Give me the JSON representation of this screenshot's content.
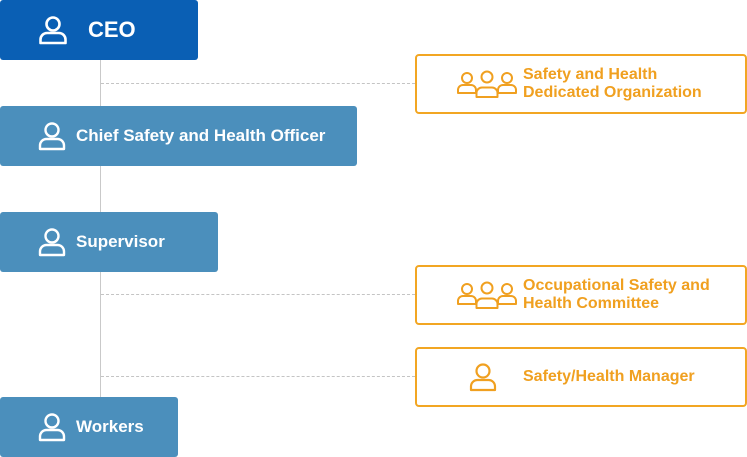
{
  "hierarchy": {
    "ceo": {
      "label": "CEO",
      "icon": "person-icon"
    },
    "cso": {
      "label": "Chief Safety and Health Officer",
      "icon": "person-icon"
    },
    "supervisor": {
      "label": "Supervisor",
      "icon": "person-icon"
    },
    "workers": {
      "label": "Workers",
      "icon": "person-icon"
    }
  },
  "units": {
    "dedicated_org": {
      "line1": "Safety and Health",
      "line2": "Dedicated Organization",
      "icon": "group-icon"
    },
    "committee": {
      "line1": "Occupational Safety and",
      "line2": "Health Committee",
      "icon": "group-icon"
    },
    "manager": {
      "label": "Safety/Health Manager",
      "icon": "person-icon"
    }
  },
  "colors": {
    "ceo_fill": "#0a5fb4",
    "node_fill": "#4b8fbc",
    "unit_accent": "#f2a623",
    "connector": "#c9c9c9"
  }
}
